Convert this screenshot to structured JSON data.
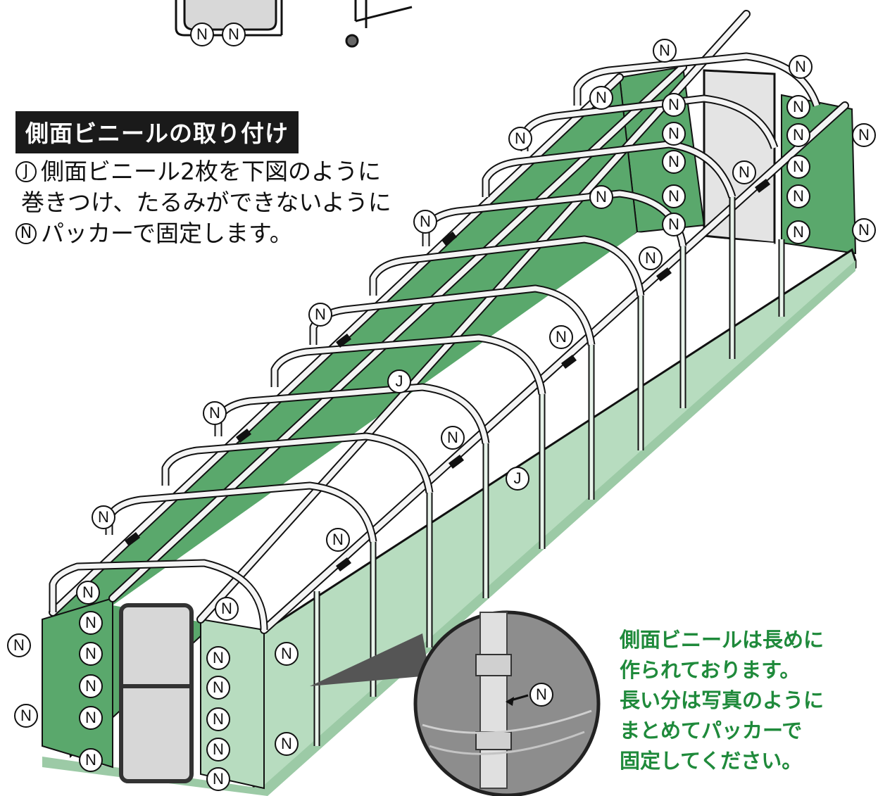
{
  "heading": "側面ビニールの取り付け",
  "instructions": {
    "line1_marker": "J",
    "line1": "側面ビニール2枚を下図のように",
    "line2": "巻きつけ、たるみができないように",
    "line3_marker": "N",
    "line3": "パッカーで固定します。"
  },
  "note": {
    "line1": "側面ビニールは長めに",
    "line2": "作られております。",
    "line3": "長い分は写真のように",
    "line4": "まとめてパッカーで",
    "line5": "固定してください。"
  },
  "inset_label": "N",
  "part_labels": {
    "packer": "N",
    "side_vinyl": "J"
  },
  "colors": {
    "vinyl_dark": "#5aa86c",
    "vinyl_light": "#b7dcbf",
    "pipe": "#f4f4f4",
    "note_text": "#1f8a3b",
    "heading_bg": "#1a1a1a"
  }
}
